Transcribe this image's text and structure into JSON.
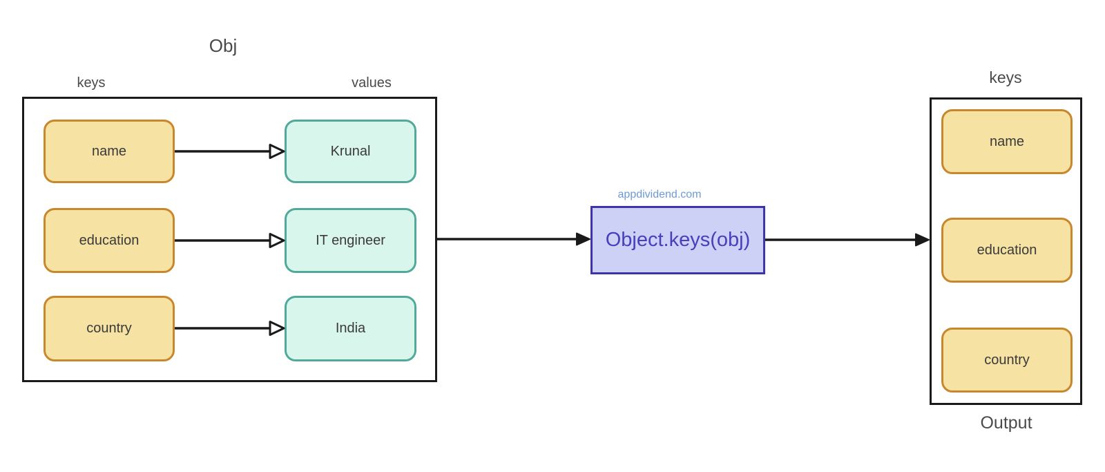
{
  "colors": {
    "key-fill": "#F6E2A2",
    "key-border": "#C8872D",
    "value-fill": "#D9F6EC",
    "value-border": "#52A89A",
    "fn-fill": "#CDD1F5",
    "fn-border": "#3D35A9",
    "fn-text": "#4640BE",
    "watermark": "#6C9BD2",
    "box-border": "#1A1A1A",
    "label-text": "#4A4A4A",
    "box-text": "#3A3A3A",
    "arrow": "#1A1A1A"
  },
  "obj_group": {
    "title": "Obj",
    "keys_label": "keys",
    "values_label": "values",
    "rows": [
      {
        "key": "name",
        "value": "Krunal"
      },
      {
        "key": "education",
        "value": "IT engineer"
      },
      {
        "key": "country",
        "value": "India"
      }
    ]
  },
  "function": {
    "watermark": "appdividend.com",
    "label": "Object.keys(obj)"
  },
  "output_group": {
    "keys_label": "keys",
    "items": [
      "name",
      "education",
      "country"
    ],
    "output_label": "Output"
  }
}
